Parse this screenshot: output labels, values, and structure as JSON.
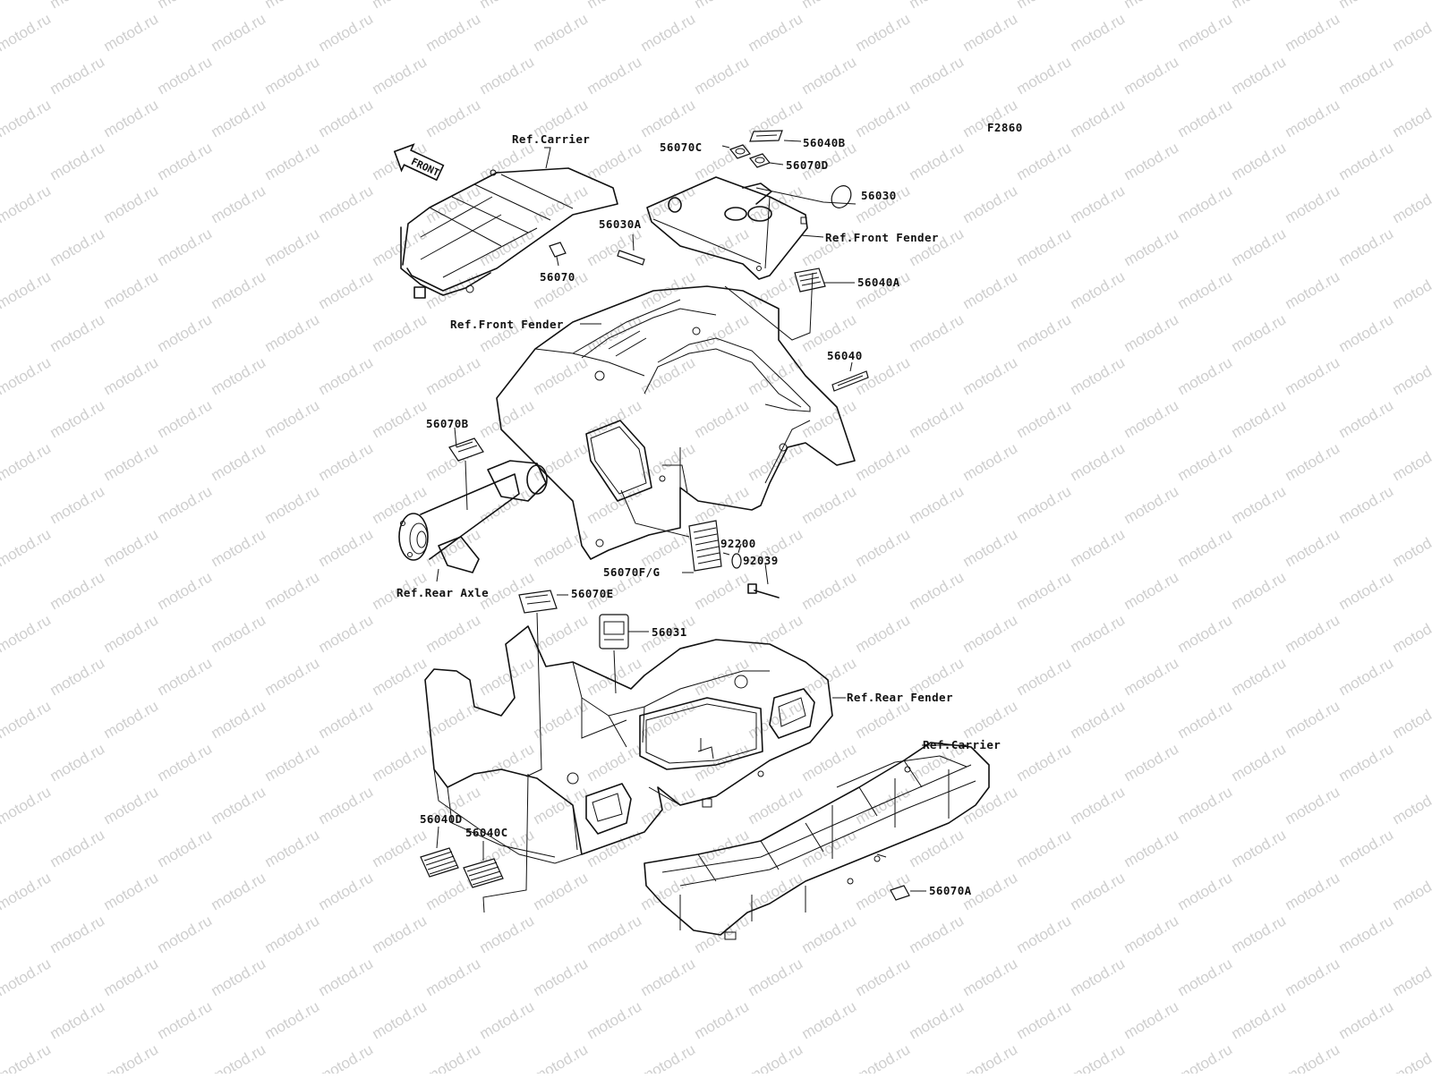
{
  "watermark": {
    "text": "motod.ru"
  },
  "figure_code": "F2860",
  "front_arrow_label": "FRONT",
  "labels": {
    "ref_carrier_top": "Ref.Carrier",
    "p56070C": "56070C",
    "p56040B": "56040B",
    "p56070D": "56070D",
    "p56030": "56030",
    "p56030A": "56030A",
    "ref_front_fender_1": "Ref.Front Fender",
    "p56070": "56070",
    "p56040A": "56040A",
    "ref_front_fender_2": "Ref.Front Fender",
    "p56040": "56040",
    "p56070B": "56070B",
    "p92200": "92200",
    "p92039": "92039",
    "p56070FG": "56070F/G",
    "ref_rear_axle": "Ref.Rear Axle",
    "p56070E": "56070E",
    "p56031": "56031",
    "ref_rear_fender": "Ref.Rear Fender",
    "ref_carrier_bottom": "Ref.Carrier",
    "p56040D": "56040D",
    "p56040C": "56040C",
    "p56070A": "56070A"
  }
}
